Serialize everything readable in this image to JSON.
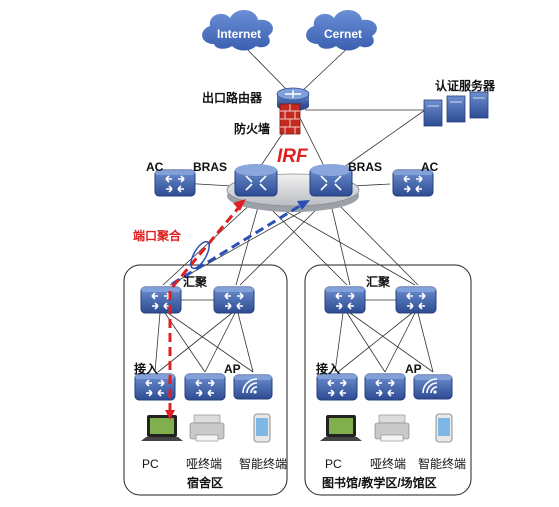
{
  "clouds": {
    "internet": "Internet",
    "cernet": "Cernet"
  },
  "core": {
    "egress_router": "出口路由器",
    "firewall": "防火墙",
    "auth_server": "认证服务器",
    "irf": "IRF",
    "bras_left": "BRAS",
    "bras_right": "BRAS",
    "ac_left": "AC",
    "ac_right": "AC"
  },
  "annotation": {
    "link_aggregation": "端口聚合"
  },
  "zones": [
    {
      "name": "宿舍区",
      "aggregation_label": "汇聚",
      "access_label": "接入",
      "ap_label": "AP",
      "terminals": [
        "PC",
        "哑终端",
        "智能终端"
      ]
    },
    {
      "name": "图书馆/教学区/场馆区",
      "aggregation_label": "汇聚",
      "access_label": "接入",
      "ap_label": "AP",
      "terminals": [
        "PC",
        "哑终端",
        "智能终端"
      ]
    }
  ],
  "colors": {
    "device_blue": "#3f63a8",
    "device_dark": "#2a4585",
    "cloud": "#4a72c4",
    "red_path": "#e02020",
    "blue_path": "#2b4fb5"
  }
}
